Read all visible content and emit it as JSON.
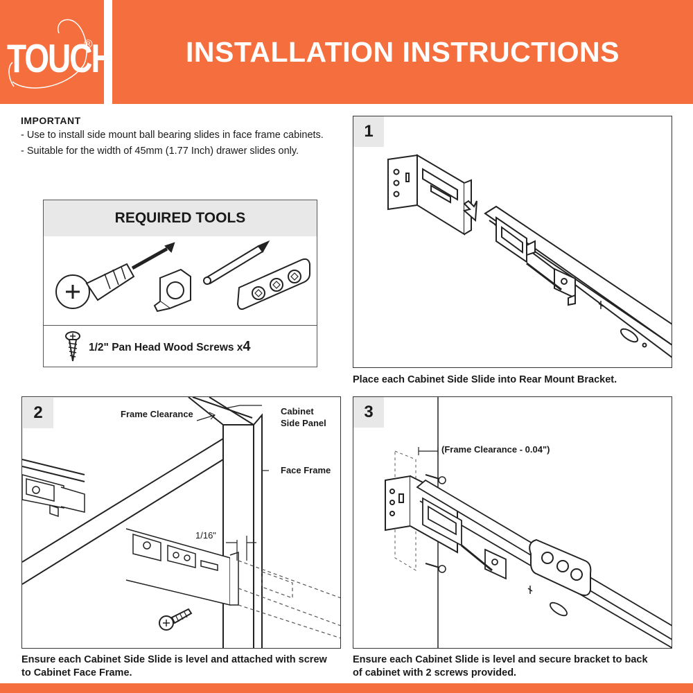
{
  "header": {
    "brand": "TOUCH",
    "registered": "®",
    "title": "INSTALLATION INSTRUCTIONS"
  },
  "important": {
    "title": "IMPORTANT",
    "lines": [
      "- Use to install side mount ball bearing slides in face frame cabinets.",
      "- Suitable for the width of 45mm (1.77 Inch) drawer slides only."
    ]
  },
  "tools": {
    "title": "REQUIRED TOOLS",
    "items": [
      "screwdriver-icon",
      "tape-measure-icon",
      "pencil-icon",
      "rear-bracket-icon"
    ],
    "screws_label": "1/2\" Pan Head Wood Screws x",
    "screws_qty": "4"
  },
  "steps": [
    {
      "number": "1",
      "caption": "Place each Cabinet Side Slide into Rear Mount Bracket."
    },
    {
      "number": "2",
      "caption_line1": "Ensure each Cabinet Side Slide is level and attached with  screw",
      "caption_line2": "to Cabinet Face Frame.",
      "labels": {
        "frame_clearance": "Frame Clearance",
        "cabinet": "Cabinet",
        "side_panel": "Side Panel",
        "face_frame": "Face Frame",
        "gap": "1/16\""
      }
    },
    {
      "number": "3",
      "caption_line1": "Ensure each Cabinet Slide is level and secure bracket to back",
      "caption_line2": "of cabinet with 2 screws provided.",
      "labels": {
        "frame_clearance": "(Frame Clearance - 0.04\")"
      }
    }
  ],
  "colors": {
    "accent": "#f46f3d",
    "panel_gray": "#e8e8e8",
    "line": "#333333"
  }
}
